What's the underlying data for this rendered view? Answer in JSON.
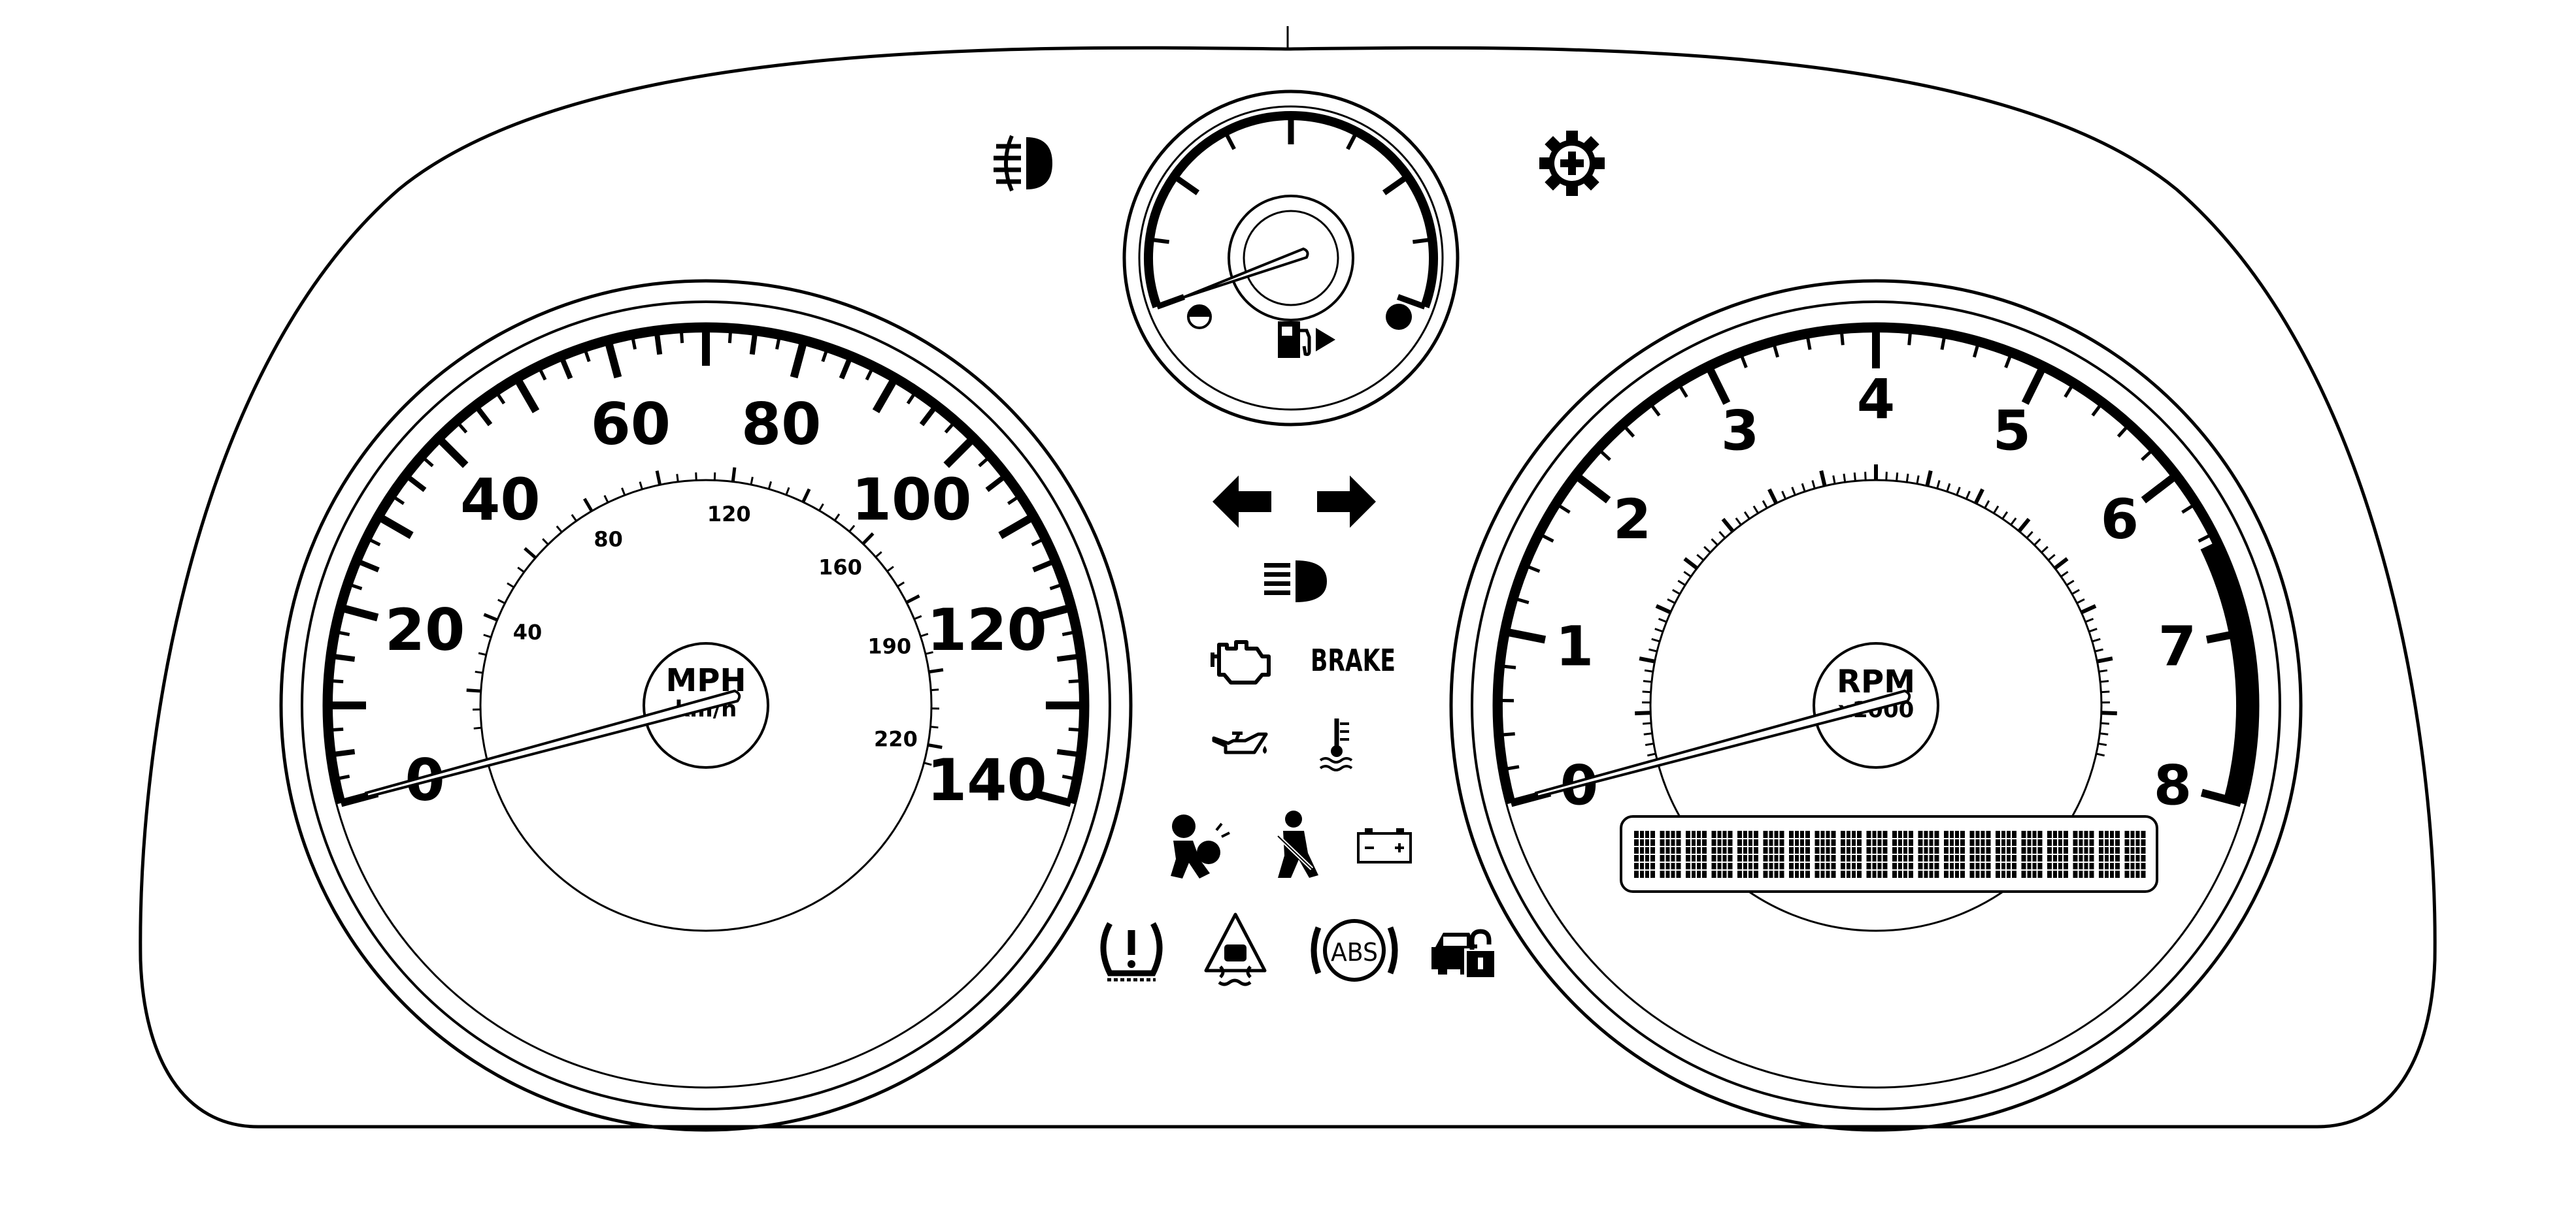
{
  "speedometer": {
    "mph_labels": [
      "0",
      "20",
      "40",
      "60",
      "80",
      "100",
      "120",
      "140"
    ],
    "kmh_labels": [
      "40",
      "80",
      "120",
      "160",
      "190",
      "220"
    ],
    "unit_primary": "MPH",
    "unit_secondary": "km/h",
    "reading": 0
  },
  "tachometer": {
    "labels": [
      "0",
      "1",
      "2",
      "3",
      "4",
      "5",
      "6",
      "7",
      "8"
    ],
    "unit_primary": "RPM",
    "unit_secondary": "x1000",
    "reading": 0
  },
  "fuel_gauge": {
    "level": 0
  },
  "indicators": {
    "brake_label": "BRAKE",
    "abs_label": "ABS",
    "icons": [
      "fog-lamp-icon",
      "service-gear-icon",
      "fuel-pump-icon",
      "turn-left-arrow-icon",
      "turn-right-arrow-icon",
      "high-beam-icon",
      "check-engine-icon",
      "brake-warning",
      "oil-pressure-icon",
      "coolant-temp-icon",
      "airbag-icon",
      "seatbelt-icon",
      "battery-icon",
      "tire-pressure-icon",
      "traction-control-icon",
      "abs-icon",
      "security-lock-icon"
    ]
  },
  "colors": {
    "ink": "#000000",
    "paper": "#ffffff"
  }
}
